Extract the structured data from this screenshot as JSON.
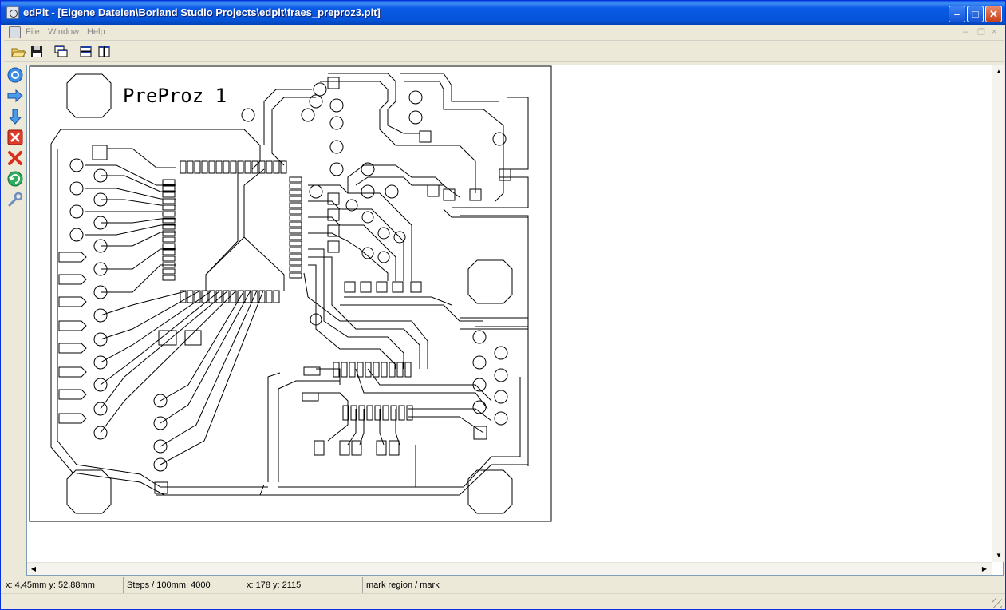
{
  "window": {
    "title": "edPlt - [Eigene Dateien\\Borland Studio Projects\\edplt\\fraes_preproz3.plt]",
    "min_glyph": "–",
    "max_glyph": "□",
    "close_glyph": "✕"
  },
  "menu": {
    "items": [
      "File",
      "Window",
      "Help"
    ],
    "mdi_min": "–",
    "mdi_restore": "❐",
    "mdi_close": "×"
  },
  "toolbar": {
    "icons": [
      "open-folder-icon",
      "save-disk-icon",
      "cascade-windows-icon",
      "tile-horizontal-icon",
      "tile-vertical-icon"
    ]
  },
  "left_tools": {
    "icons": [
      "target-circle-icon",
      "arrow-right-icon",
      "arrow-down-icon",
      "delete-box-icon",
      "delete-x-icon",
      "refresh-icon",
      "wrench-icon"
    ]
  },
  "drawing": {
    "board_label": "PreProz 1"
  },
  "status": {
    "position_mm": "x: 4,45mm y: 52,88mm",
    "steps": "Steps / 100mm: 4000",
    "position_steps": "x: 178 y: 2115",
    "mode": "mark region / mark"
  },
  "colors": {
    "titlebar": "#0553d8",
    "background": "#ece9d8",
    "canvas": "#ffffff",
    "trace": "#000000"
  }
}
